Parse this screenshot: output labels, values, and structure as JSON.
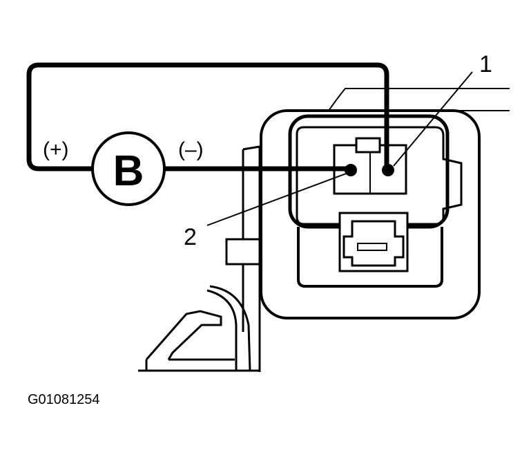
{
  "diagram": {
    "battery_label": "B",
    "positive_label": "(+)",
    "negative_label": "(–)",
    "callout_1": "1",
    "callout_2": "2",
    "figure_code": "G01081254"
  },
  "colors": {
    "ink": "#000000",
    "paper": "#ffffff"
  }
}
